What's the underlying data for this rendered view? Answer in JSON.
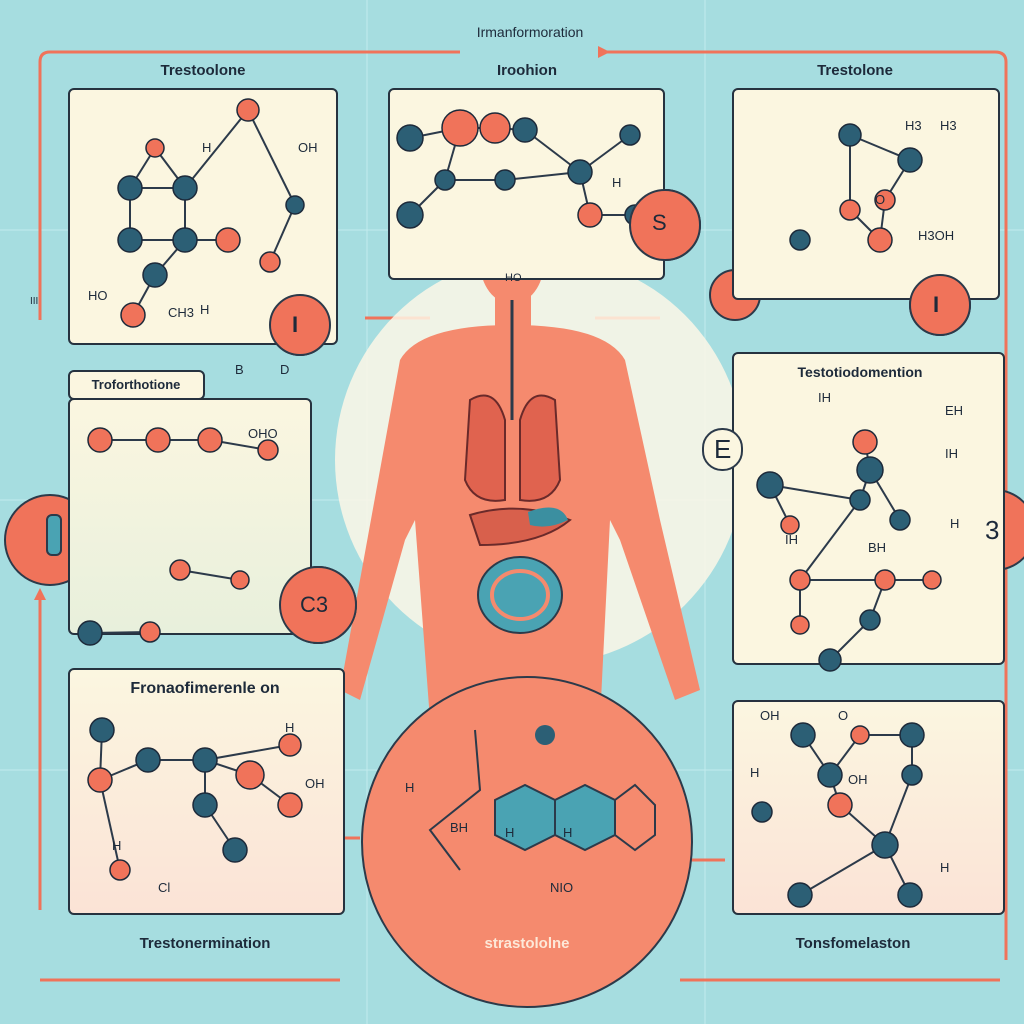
{
  "title": "Irmanformoration",
  "panels": {
    "top_left": {
      "title": "Trestoolone",
      "atoms": [
        "H",
        "OH",
        "HO",
        "H",
        "CH3"
      ],
      "badge": "I"
    },
    "top_middle": {
      "title": "Iroohion",
      "atoms": [
        "H"
      ],
      "badge": "S"
    },
    "top_right": {
      "title": "Trestolone",
      "atoms": [
        "H3",
        "H3",
        "O",
        "H3OH"
      ],
      "badge": "I"
    },
    "middle_left": {
      "title": "Troforthotione",
      "tabs": [
        "B",
        "D"
      ],
      "atoms": [
        "OHO"
      ],
      "badge": "C3"
    },
    "middle_right": {
      "title": "Testotiodomention",
      "atoms": [
        "IH",
        "EH",
        "IH",
        "IH",
        "BH",
        "H"
      ],
      "callout": "E",
      "badge": "3"
    },
    "bottom_left": {
      "title": "Fronaofimerenle on",
      "atoms": [
        "H",
        "OH",
        "H",
        "Cl"
      ],
      "caption": "Trestonermination"
    },
    "bottom_right": {
      "atoms": [
        "OH",
        "O",
        "H",
        "OH",
        "H"
      ],
      "caption": "Tonsfomelaston"
    }
  },
  "center": {
    "body_label": "HO",
    "circle_label": "strastololne",
    "circle_atoms": [
      "H",
      "BH",
      "H",
      "H",
      "NIO"
    ]
  },
  "side_marks": {
    "left": "III",
    "right_badge": "3"
  },
  "colors": {
    "background": "#a6dde0",
    "accent": "#f0735a",
    "node": "#2c5f75",
    "panel": "#fbf6e0",
    "body": "#f58a6e"
  }
}
